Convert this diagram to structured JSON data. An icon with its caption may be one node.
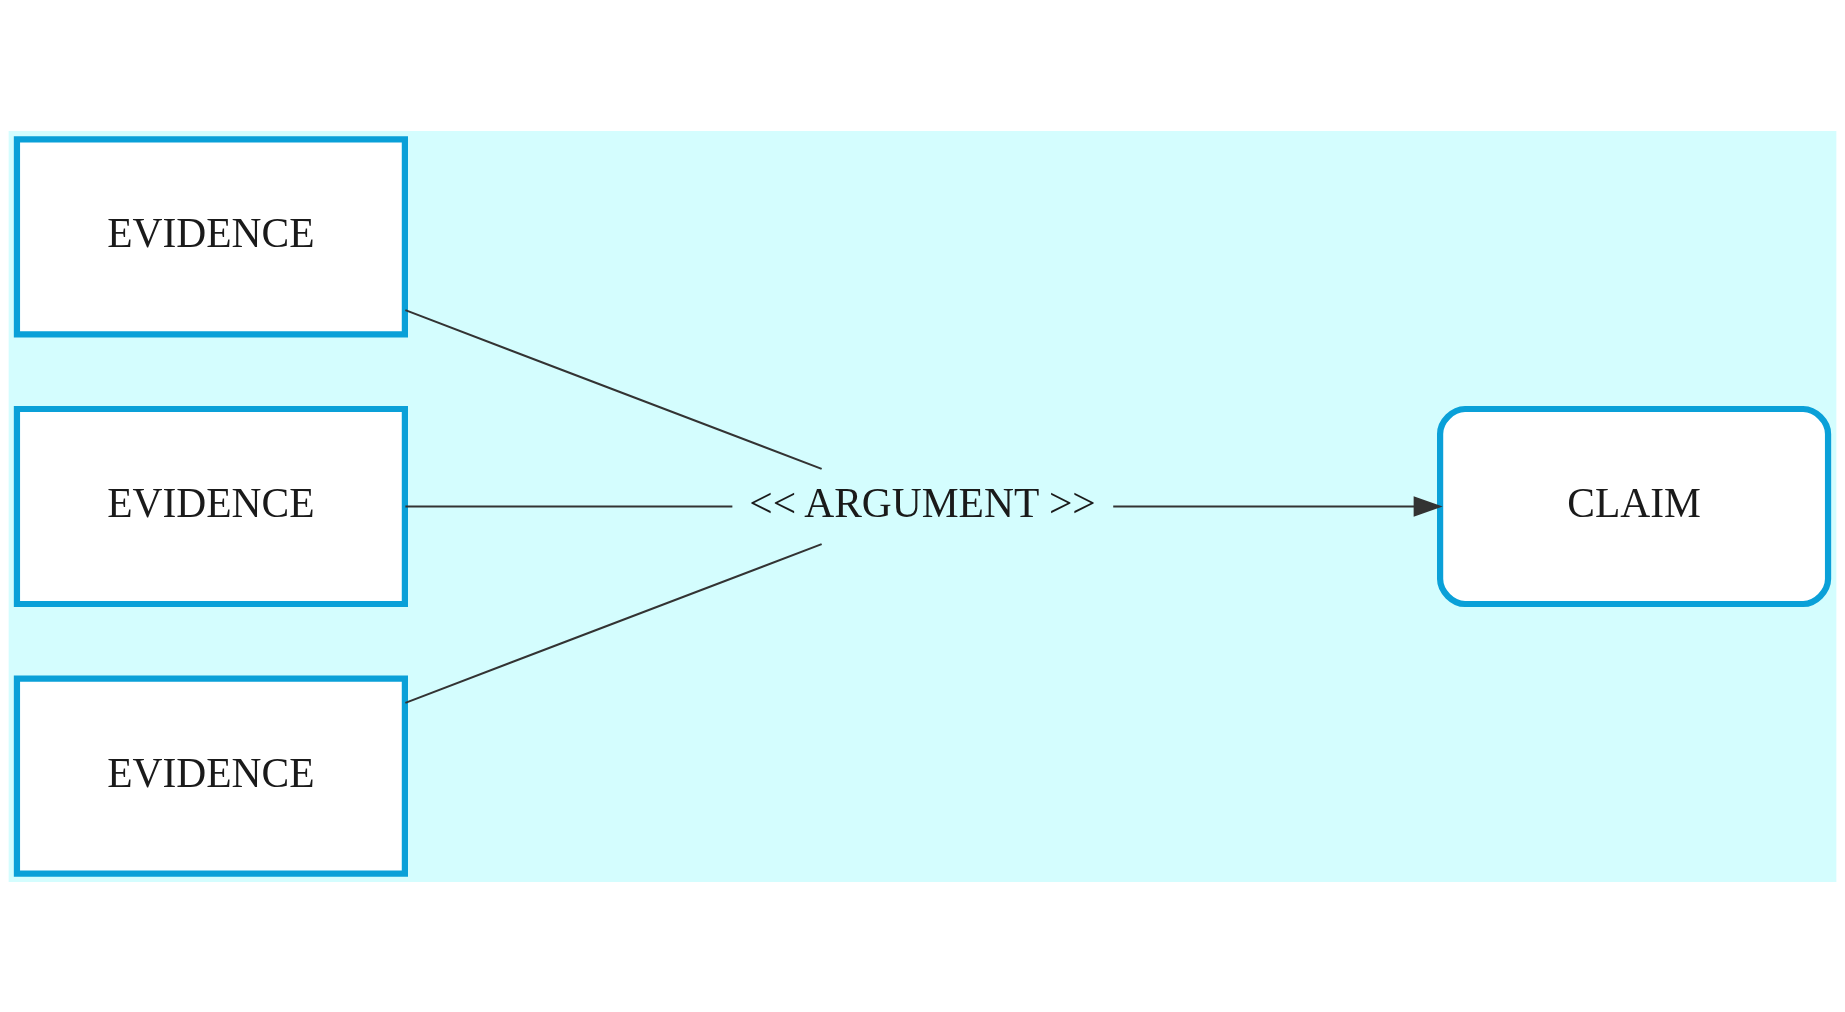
{
  "diagram": {
    "nodes": [
      {
        "text": [
          "EVIDENCE"
        ]
      },
      {
        "text": [
          "EVIDENCE"
        ]
      },
      {
        "text": [
          "EVIDENCE"
        ]
      },
      {
        "text": [
          "<< ARGUMENT >>"
        ]
      },
      {
        "text": [
          "CLAIM"
        ]
      }
    ],
    "edges": [
      {
        "from": 0,
        "to": 3,
        "arrow": "none"
      },
      {
        "from": 1,
        "to": 3,
        "arrow": "none"
      },
      {
        "from": 2,
        "to": 3,
        "arrow": "none"
      },
      {
        "from": 3,
        "to": 4,
        "arrow": "to"
      }
    ]
  }
}
